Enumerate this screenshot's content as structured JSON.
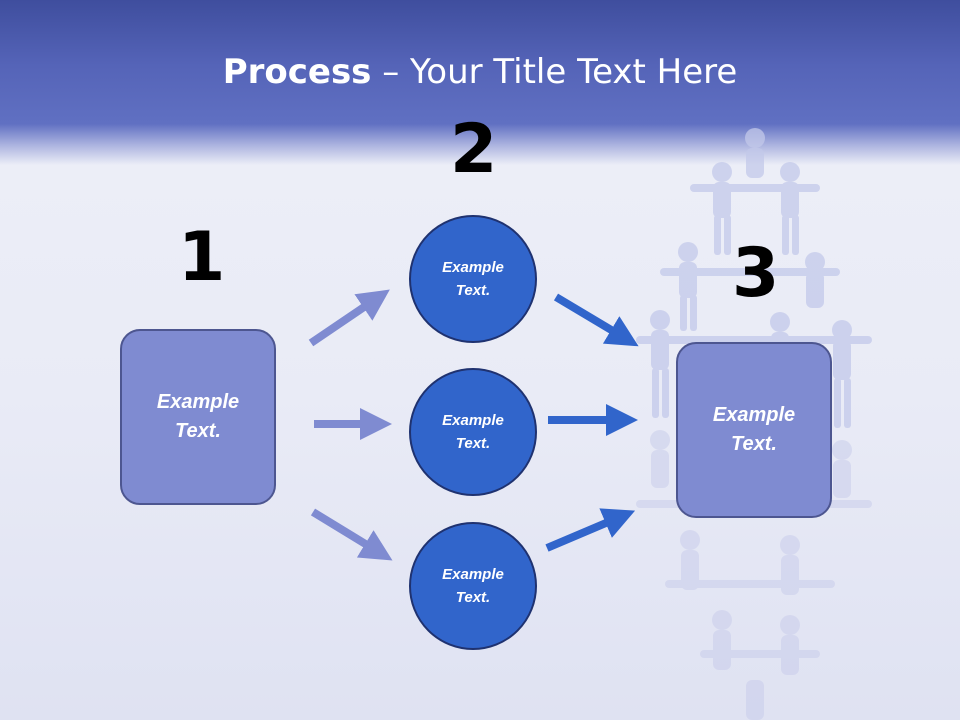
{
  "title": {
    "bold": "Process",
    "rest": " – Your Title Text Here"
  },
  "steps": {
    "one": "1",
    "two": "2",
    "three": "3"
  },
  "left_box": {
    "line1": "Example",
    "line2": "Text."
  },
  "circles": [
    {
      "line1": "Example",
      "line2": "Text."
    },
    {
      "line1": "Example",
      "line2": "Text."
    },
    {
      "line1": "Example",
      "line2": "Text."
    }
  ],
  "right_box": {
    "line1": "Example",
    "line2": "Text."
  },
  "colors": {
    "header": "#5564b8",
    "box": "#7f8bd1",
    "circle": "#3165cb",
    "arrow_light": "#7f8bd1",
    "arrow_dark": "#3165cb"
  }
}
